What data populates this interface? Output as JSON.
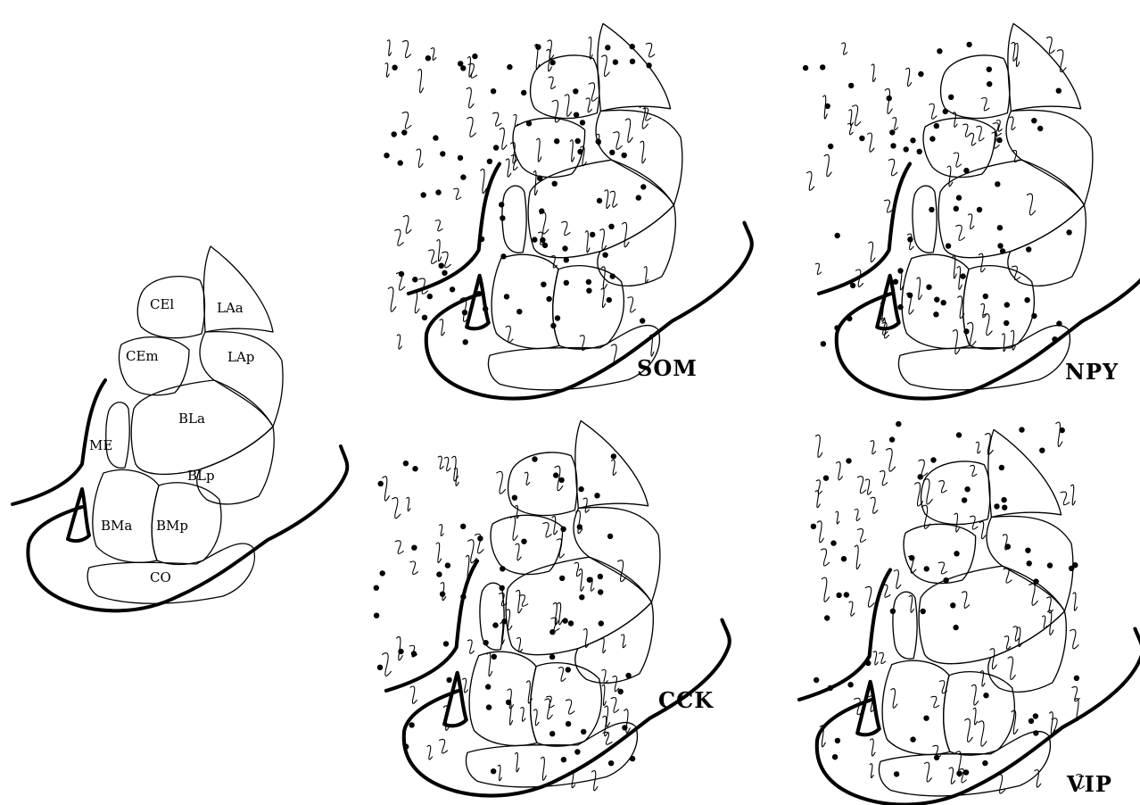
{
  "reference_panel": {
    "regions": [
      "CEl",
      "LAa",
      "CEm",
      "LAp",
      "BLa",
      "ME",
      "BLp",
      "BMa",
      "BMp",
      "CO"
    ]
  },
  "panels": [
    {
      "id": "som",
      "label": "SOM"
    },
    {
      "id": "npy",
      "label": "NPY"
    },
    {
      "id": "cck",
      "label": "CCK"
    },
    {
      "id": "vip",
      "label": "VIP"
    }
  ],
  "colors": {
    "line": "#000000",
    "background": "#ffffff"
  }
}
